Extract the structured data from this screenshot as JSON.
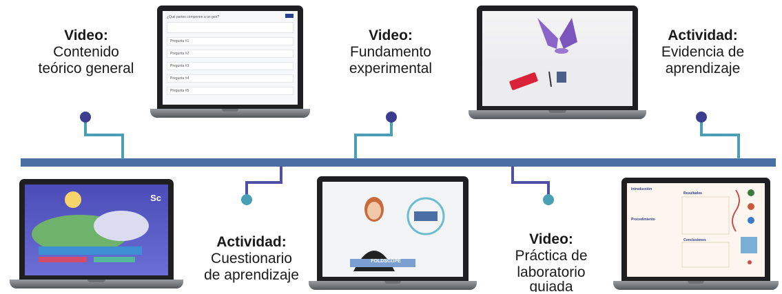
{
  "colors": {
    "timeline": "#4a6fa5",
    "connector_teal": "#4a9fb5",
    "connector_purple": "#4f4fa3",
    "node": "#3d3d8f"
  },
  "labels": {
    "l1": {
      "bold": "Video:",
      "line1": "Contenido",
      "line2": "teórico general",
      "line3": ""
    },
    "l2": {
      "bold": "Video:",
      "line1": "Fundamento",
      "line2": "experimental",
      "line3": ""
    },
    "l3": {
      "bold": "Actividad:",
      "line1": "Evidencia de",
      "line2": "aprendizaje",
      "line3": ""
    },
    "l4": {
      "bold": "Actividad:",
      "line1": "Cuestionario",
      "line2": "de aprendizaje",
      "line3": ""
    },
    "l5": {
      "bold": "Video:",
      "line1": "Práctica de",
      "line2": "laboratorio",
      "line3": "guiada"
    }
  },
  "quiz_screen": {
    "question": "¿Qué partes componen a un gen?",
    "items": [
      "Pregunta #1",
      "Pregunta #2",
      "Pregunta #3",
      "Pregunta #4",
      "Pregunta #5"
    ]
  },
  "science_screen": {
    "logo": "Sc"
  },
  "presenter_screen": {
    "caption": "FOLDSCOPE"
  },
  "report_screen": {
    "intro": "Introducción",
    "results": "Resultados",
    "procedure": "Procedimiento",
    "conclusions": "Conclusiones"
  }
}
